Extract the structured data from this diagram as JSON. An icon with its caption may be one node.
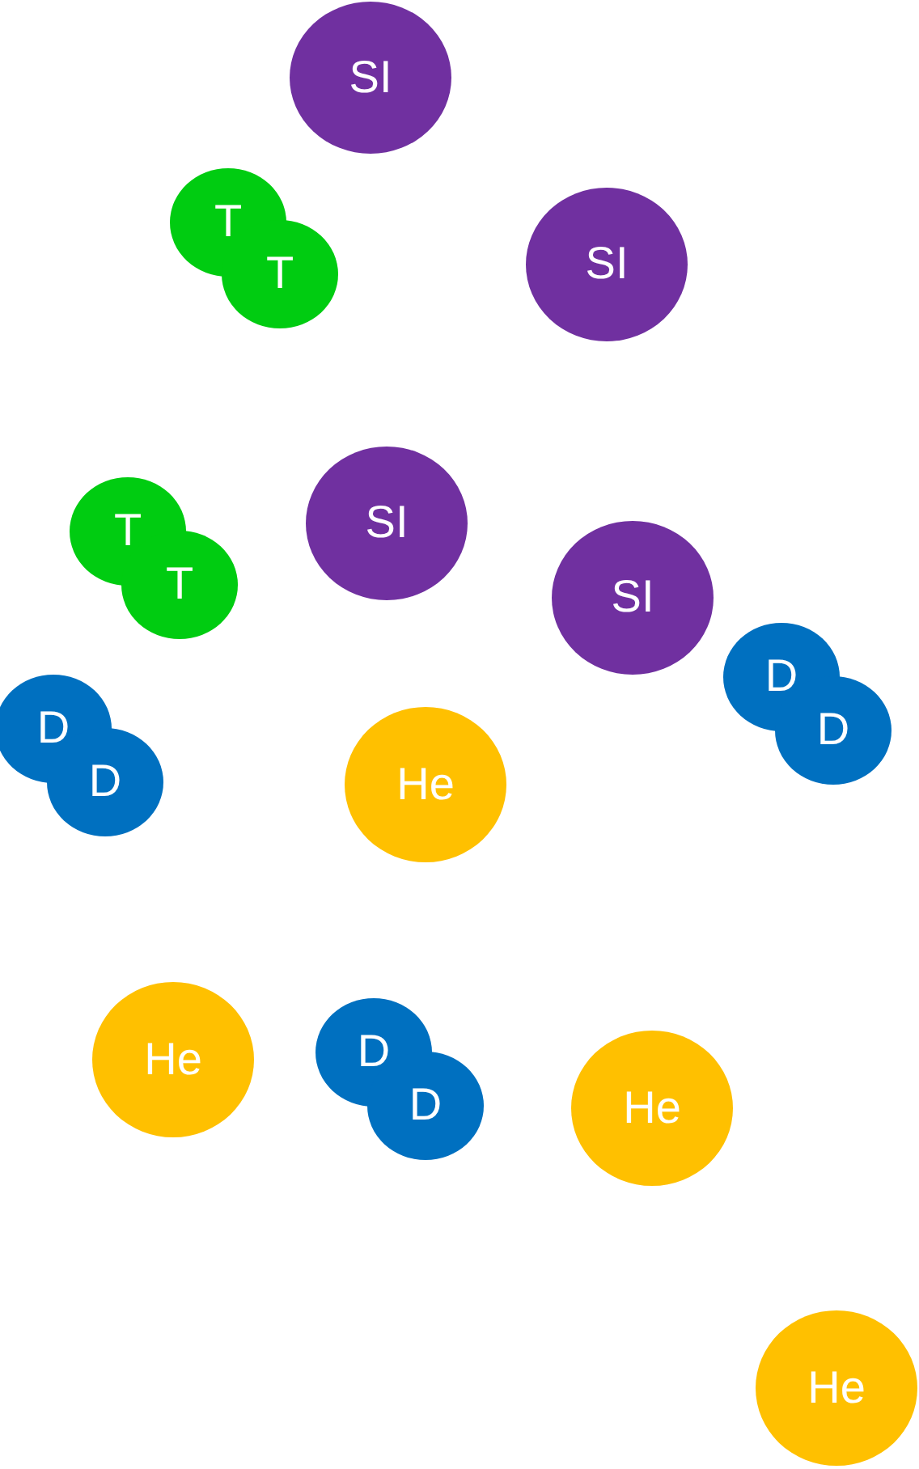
{
  "diagram": {
    "nodes": [
      {
        "text": [
          "SI"
        ]
      },
      {
        "text": [
          "T"
        ]
      },
      {
        "text": [
          "T"
        ]
      },
      {
        "text": [
          "SI"
        ]
      },
      {
        "text": [
          "SI"
        ]
      },
      {
        "text": [
          "T"
        ]
      },
      {
        "text": [
          "T"
        ]
      },
      {
        "text": [
          "SI"
        ]
      },
      {
        "text": [
          "D"
        ]
      },
      {
        "text": [
          "D"
        ]
      },
      {
        "text": [
          "D"
        ]
      },
      {
        "text": [
          "D"
        ]
      },
      {
        "text": [
          "He"
        ]
      },
      {
        "text": [
          "He"
        ]
      },
      {
        "text": [
          "D"
        ]
      },
      {
        "text": [
          "D"
        ]
      },
      {
        "text": [
          "He"
        ]
      },
      {
        "text": [
          "He"
        ]
      }
    ]
  }
}
